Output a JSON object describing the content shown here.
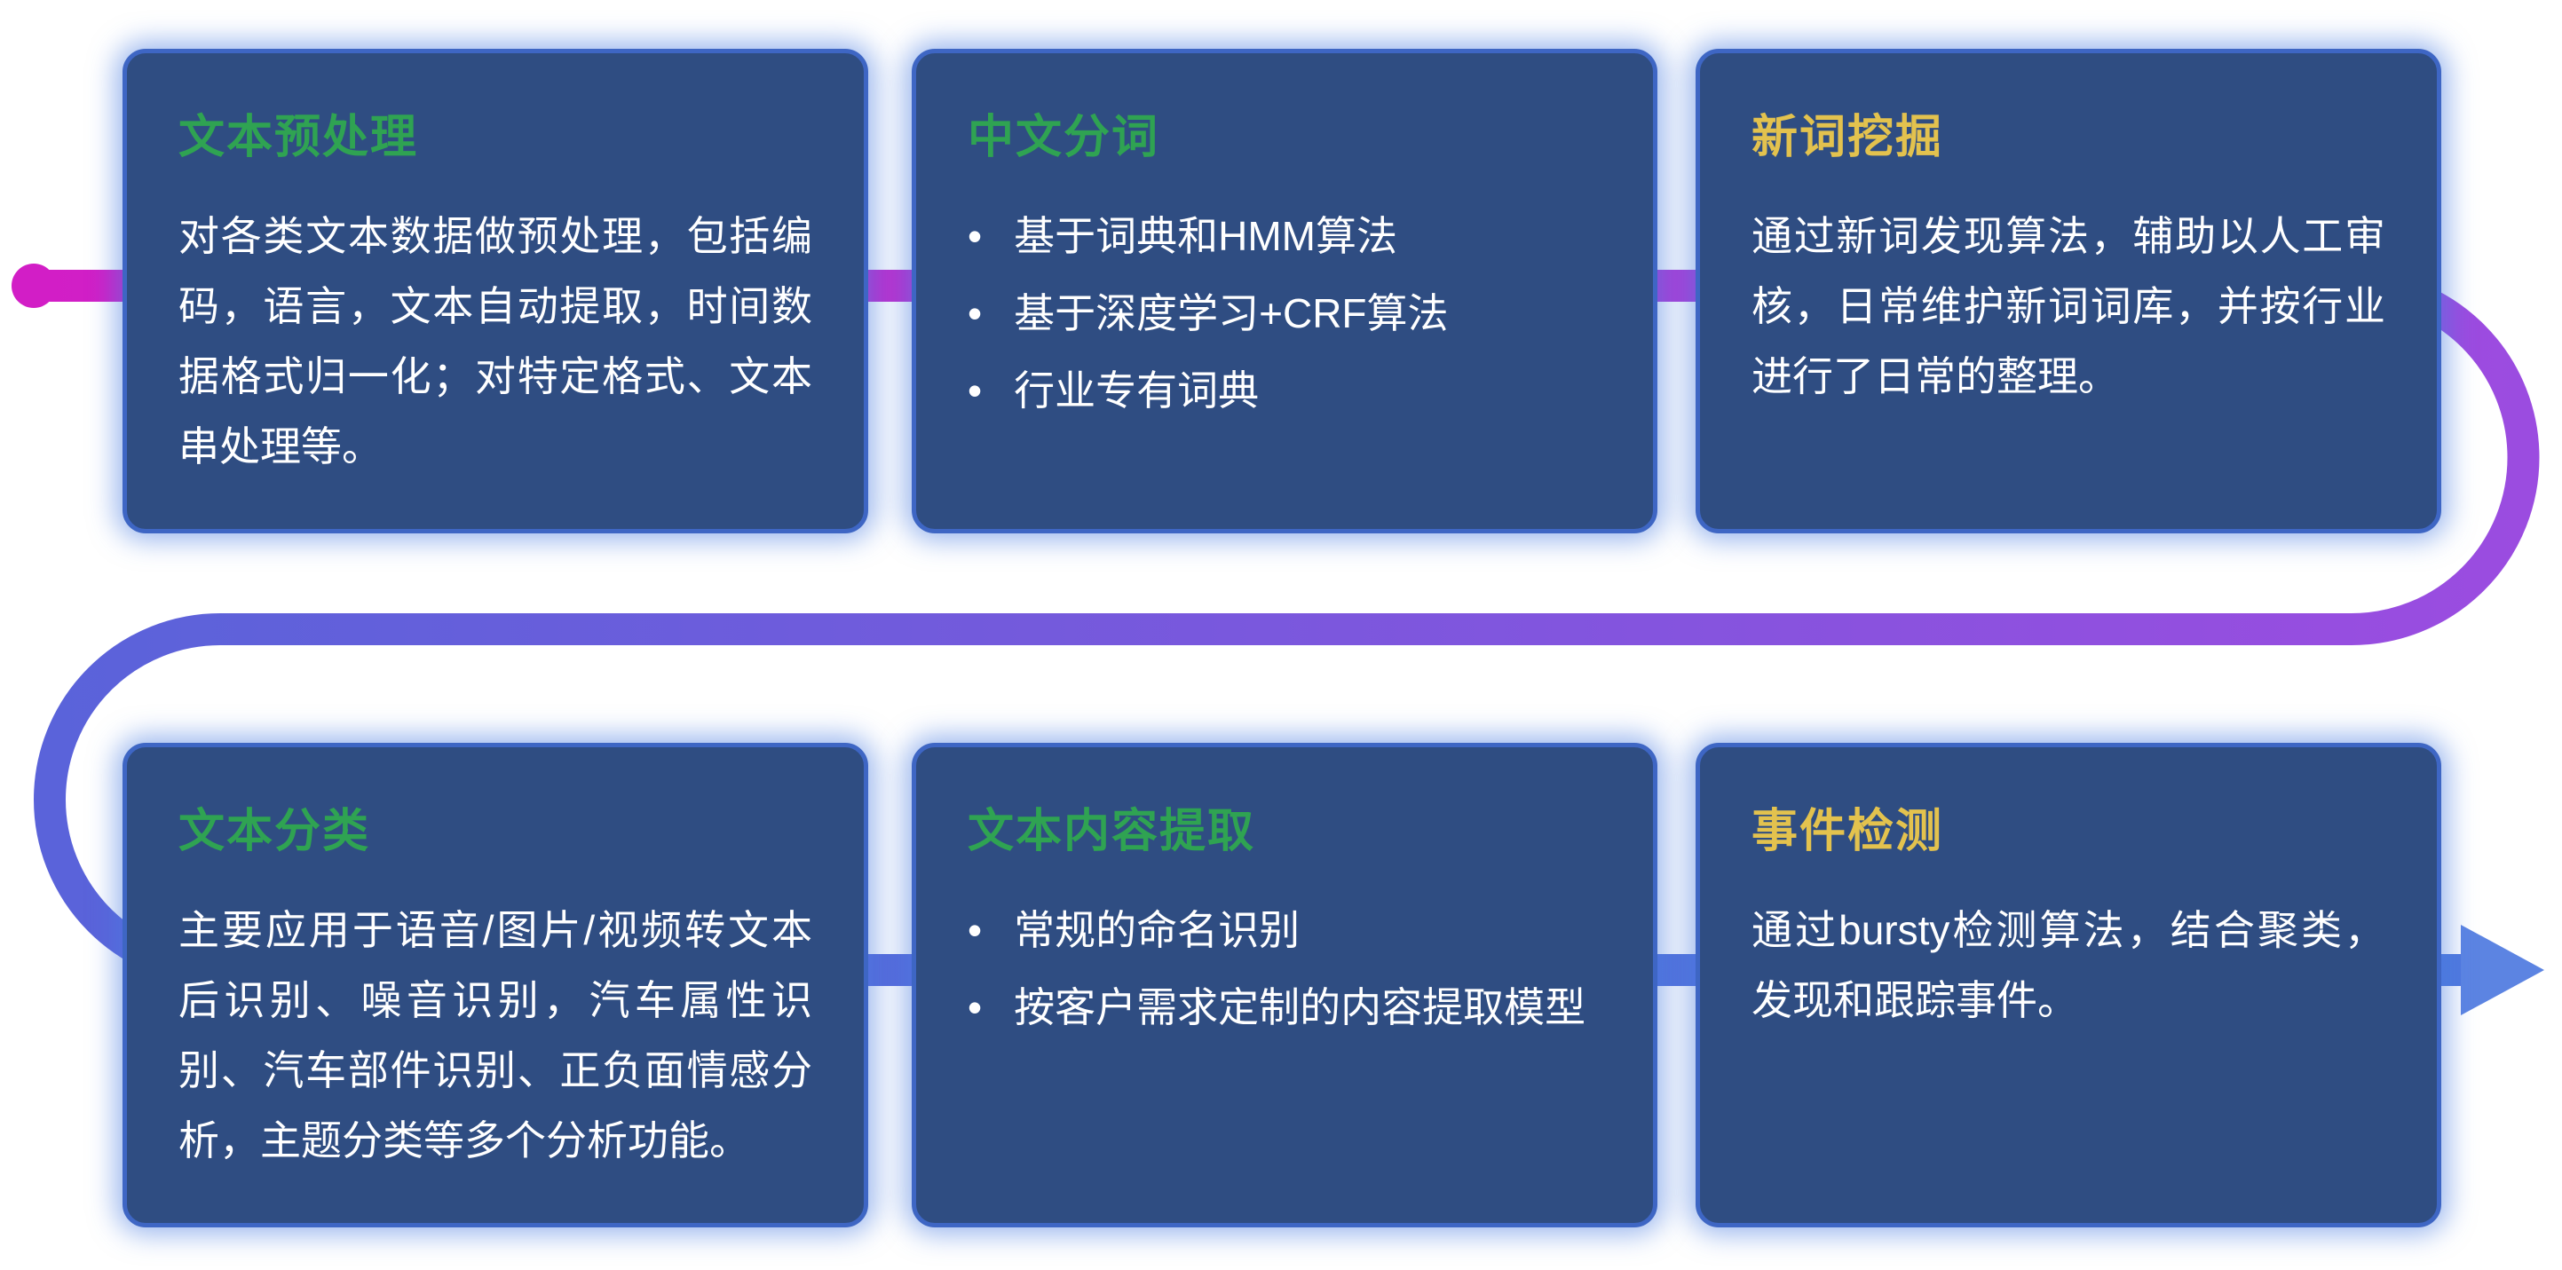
{
  "theme": {
    "page-bg": "#ffffff",
    "card-bg": "#2f4d82",
    "card-border": "#3e66c4",
    "card-glow": "rgba(72,123,224,0.55)",
    "text": "#ffffff"
  },
  "ui": {
    "bullet_char": "•"
  },
  "flow": {
    "start_dot_color": "#d21ec6",
    "color_magenta": "#d21ec6",
    "color_purple": "#9b4ce0",
    "color_indigo": "#5a63da",
    "color_blue": "#4f79de",
    "arrow_color": "#5c84e2"
  },
  "cards": [
    {
      "id": "text-preprocessing",
      "title": "文本预处理",
      "title_color": "#2fa352",
      "type": "paragraph",
      "body": "对各类文本数据做预处理，包括编码，语言，文本自动提取，时间数据格式归一化；对特定格式、文本串处理等。"
    },
    {
      "id": "chinese-word-segmentation",
      "title": "中文分词",
      "title_color": "#2fa352",
      "type": "bullets",
      "bullets": [
        "基于词典和HMM算法",
        "基于深度学习+CRF算法",
        "行业专有词典"
      ]
    },
    {
      "id": "new-word-mining",
      "title": "新词挖掘",
      "title_color": "#e3c24e",
      "type": "paragraph",
      "body": "通过新词发现算法，辅助以人工审核，日常维护新词词库，并按行业进行了日常的整理。"
    },
    {
      "id": "text-classification",
      "title": "文本分类",
      "title_color": "#2fa352",
      "type": "paragraph",
      "body": "主要应用于语音/图片/视频转文本后识别、噪音识别，汽车属性识别、汽车部件识别、正负面情感分析，主题分类等多个分析功能。"
    },
    {
      "id": "text-content-extraction",
      "title": "文本内容提取",
      "title_color": "#2fa352",
      "type": "bullets",
      "bullets": [
        "常规的命名识别",
        "按客户需求定制的内容提取模型"
      ]
    },
    {
      "id": "event-detection",
      "title": "事件检测",
      "title_color": "#e3c24e",
      "type": "paragraph",
      "body": "通过bursty检测算法，结合聚类，发现和跟踪事件。"
    }
  ]
}
